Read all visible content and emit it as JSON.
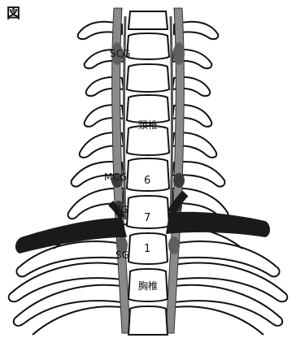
{
  "figure": {
    "corner_mark": "図",
    "labels": {
      "scg": "SCG",
      "mcg": "MCG",
      "vg": "VG",
      "sg": "SG"
    },
    "regions": {
      "cervical": "頚椎",
      "thoracic": "胸椎"
    },
    "vertebra_numbers": [
      "6",
      "7",
      "1"
    ]
  },
  "colors": {
    "ink": "#111111",
    "bone_fill": "#ffffff",
    "shade": "#8a8a8a",
    "artery": "#1a1a1a",
    "background": "#ffffff"
  }
}
